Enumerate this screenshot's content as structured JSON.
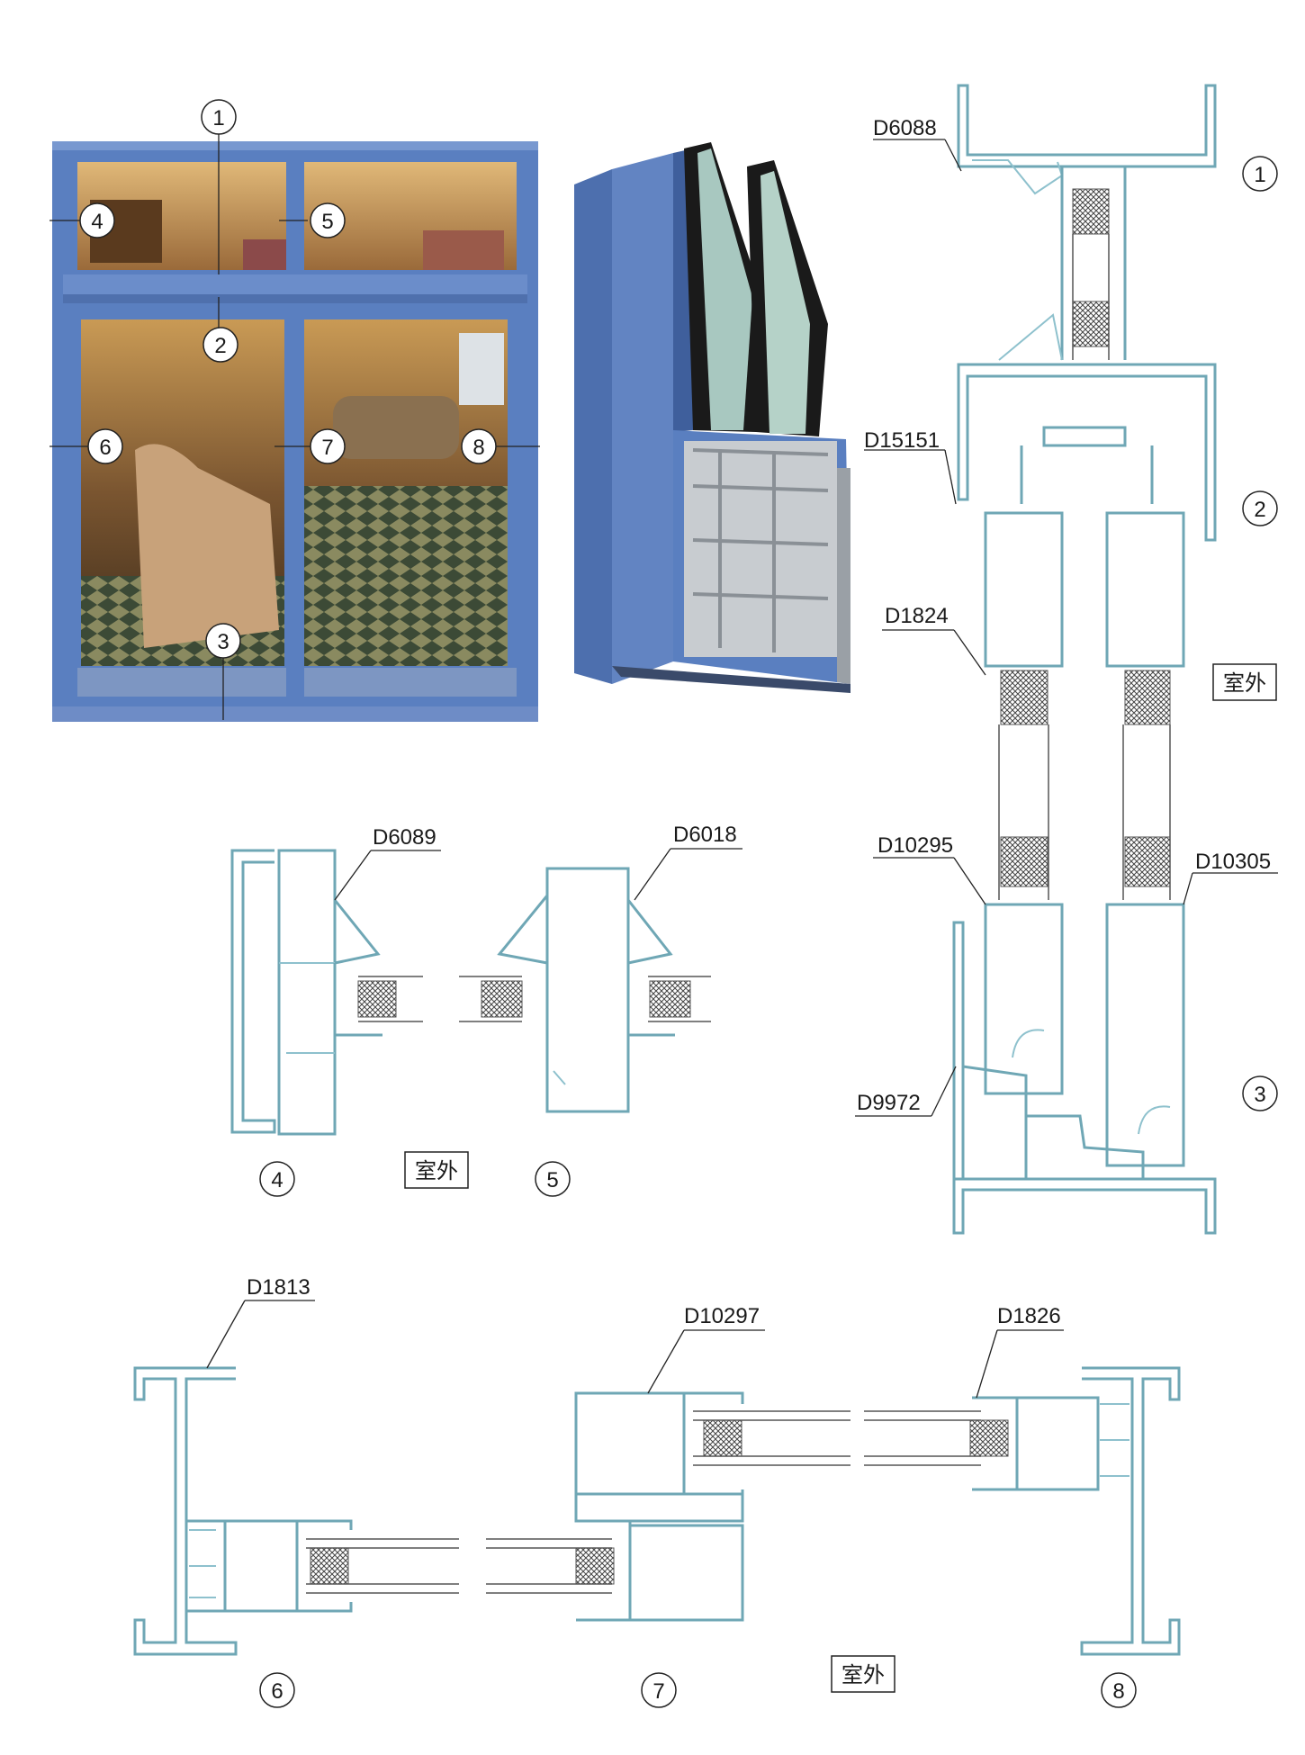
{
  "callouts": {
    "c1": "1",
    "c2": "2",
    "c3": "3",
    "c4": "4",
    "c5": "5",
    "c6": "6",
    "c7": "7",
    "c8": "8"
  },
  "section_numbers": {
    "n1": "1",
    "n2": "2",
    "n3": "3",
    "n4": "4",
    "n5": "5",
    "n6": "6",
    "n7": "7",
    "n8": "8"
  },
  "profile_codes": {
    "d6088": "D6088",
    "d15151": "D15151",
    "d1824": "D1824",
    "d10295": "D10295",
    "d10305": "D10305",
    "d9972": "D9972",
    "d6089": "D6089",
    "d6018": "D6018",
    "d1813": "D1813",
    "d10297": "D10297",
    "d1826": "D1826"
  },
  "outdoor_labels": {
    "right": "室外",
    "middle": "室外",
    "bottom": "室外"
  },
  "colors": {
    "frame_blue": "#5a7fc0",
    "profile_line": "#6fa7b5",
    "room_warm": "#b8874a"
  }
}
